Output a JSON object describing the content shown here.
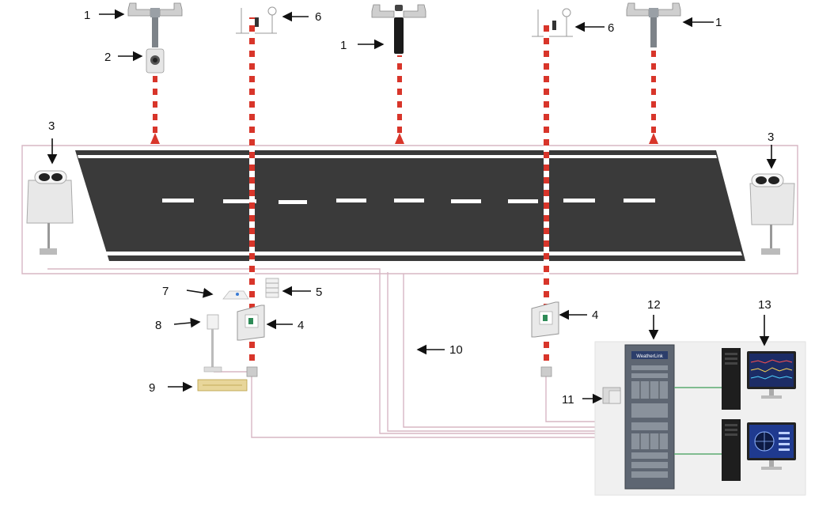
{
  "callouts": {
    "c1a": "1",
    "c1b": "1",
    "c1c": "1",
    "c2": "2",
    "c3a": "3",
    "c3b": "3",
    "c4a": "4",
    "c4b": "4",
    "c5": "5",
    "c6a": "6",
    "c6b": "6",
    "c7": "7",
    "c8": "8",
    "c9": "9",
    "c10": "10",
    "c11": "11",
    "c12": "12",
    "c13": "13"
  },
  "rack_badge": "WeatherLink",
  "colors": {
    "asphalt": "#3a3a3a",
    "marking": "#ffffff",
    "pole_red": "#d8352a",
    "cable": "#d7b7c4",
    "cabinet": "#e9e9e9",
    "server": "#5e6672",
    "monitor_screen": "#1f3a8f"
  },
  "icons": [
    "wind-sensor-icon",
    "camera-icon",
    "visibility-sensor-icon",
    "weather-station-icon",
    "cabinet-icon",
    "antenna-icon",
    "rain-gauge-icon",
    "road-sensor-icon",
    "server-rack-icon",
    "tower-computer-icon",
    "monitor-icon",
    "ups-icon"
  ]
}
